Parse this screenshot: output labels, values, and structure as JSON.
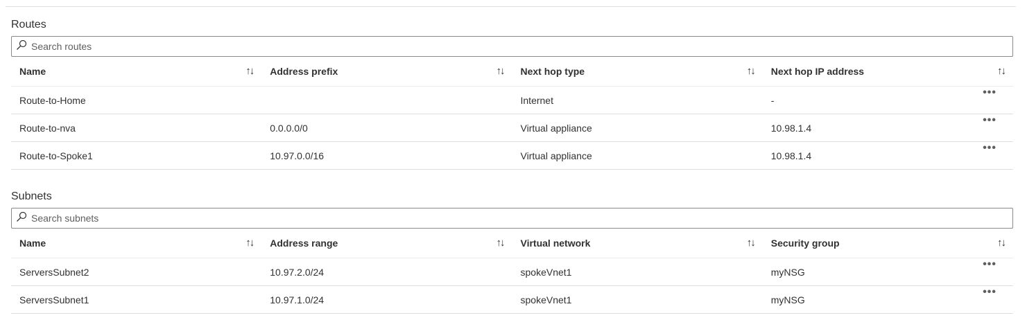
{
  "routes": {
    "title": "Routes",
    "search_placeholder": "Search routes",
    "columns": [
      "Name",
      "Address prefix",
      "Next hop type",
      "Next hop IP address"
    ],
    "rows": [
      [
        "Route-to-Home",
        "",
        "Internet",
        "-"
      ],
      [
        "Route-to-nva",
        "0.0.0.0/0",
        "Virtual appliance",
        "10.98.1.4"
      ],
      [
        "Route-to-Spoke1",
        "10.97.0.0/16",
        "Virtual appliance",
        "10.98.1.4"
      ]
    ]
  },
  "subnets": {
    "title": "Subnets",
    "search_placeholder": "Search subnets",
    "columns": [
      "Name",
      "Address range",
      "Virtual network",
      "Security group"
    ],
    "rows": [
      [
        "ServersSubnet2",
        "10.97.2.0/24",
        "spokeVnet1",
        "myNSG"
      ],
      [
        "ServersSubnet1",
        "10.97.1.0/24",
        "spokeVnet1",
        "myNSG"
      ]
    ]
  },
  "icons": {
    "search": "search-icon",
    "sort": "sort-icon",
    "more": "more-actions-icon"
  },
  "glyphs": {
    "sort": "↑↓",
    "more": "•••"
  }
}
